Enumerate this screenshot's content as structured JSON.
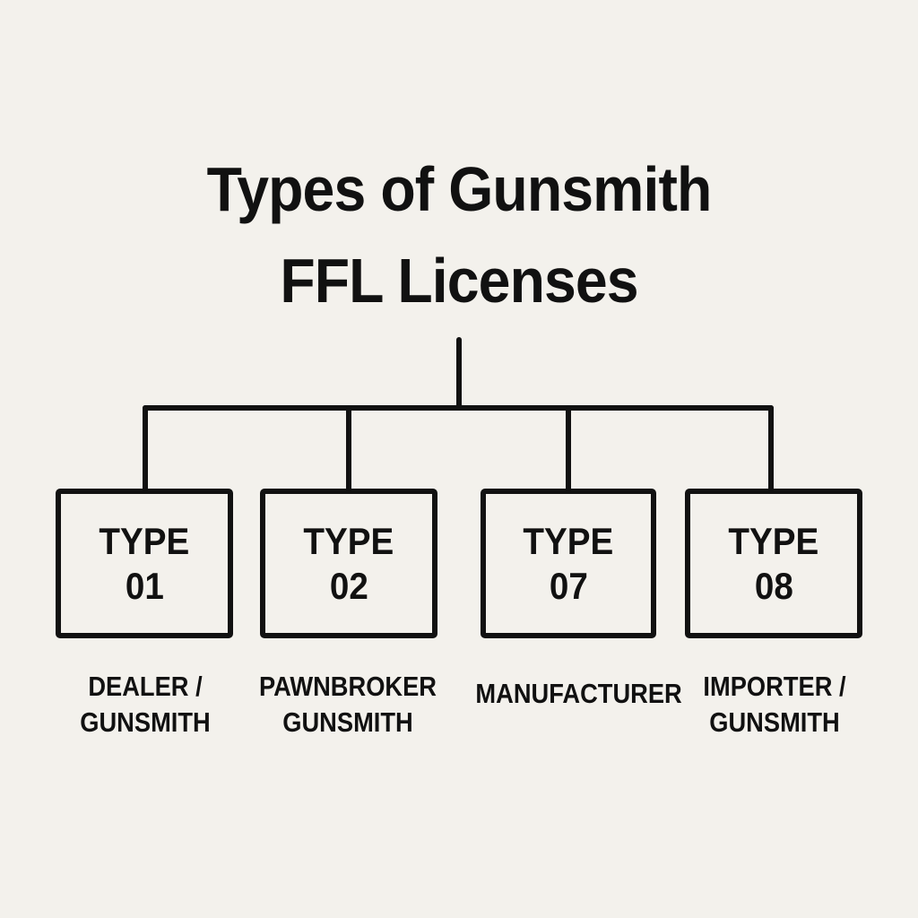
{
  "title": {
    "line1": "Types of Gunsmith",
    "line2": "FFL Licenses"
  },
  "licenses": [
    {
      "type_label": "TYPE",
      "type_number": "01",
      "desc_line1": "DEALER /",
      "desc_line2": "GUNSMITH"
    },
    {
      "type_label": "TYPE",
      "type_number": "02",
      "desc_line1": "PAWNBROKER",
      "desc_line2": "GUNSMITH"
    },
    {
      "type_label": "TYPE",
      "type_number": "07",
      "desc_line1": "MANUFACTURER",
      "desc_line2": ""
    },
    {
      "type_label": "TYPE",
      "type_number": "08",
      "desc_line1": "IMPORTER /",
      "desc_line2": "GUNSMITH"
    }
  ],
  "colors": {
    "background": "#f3f1ec",
    "ink": "#111111"
  }
}
